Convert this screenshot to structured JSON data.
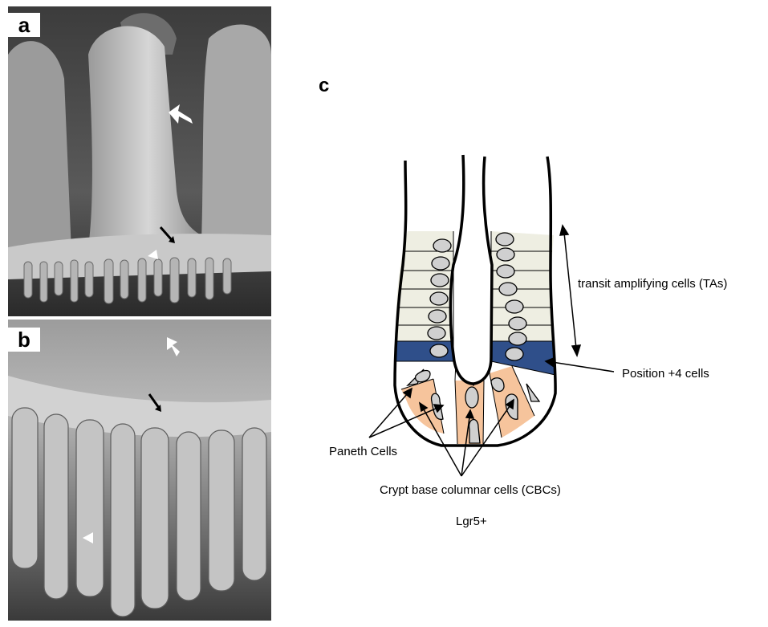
{
  "panels": {
    "a": {
      "letter": "a"
    },
    "b": {
      "letter": "b"
    },
    "c": {
      "letter": "c"
    }
  },
  "diagram": {
    "labels": {
      "transit": "transit amplifying cells (TAs)",
      "position4": "Position +4 cells",
      "paneth": "Paneth Cells",
      "cbc": "Crypt base columnar cells (CBCs)",
      "lgr5": "Lgr5+"
    },
    "colors": {
      "ta_cells": "#eeeee2",
      "position4_cells": "#2f4f8a",
      "cbc_cells": "#f6c49c",
      "paneth_cells": "#ffffff",
      "nucleus": "#d0d0d0"
    }
  }
}
